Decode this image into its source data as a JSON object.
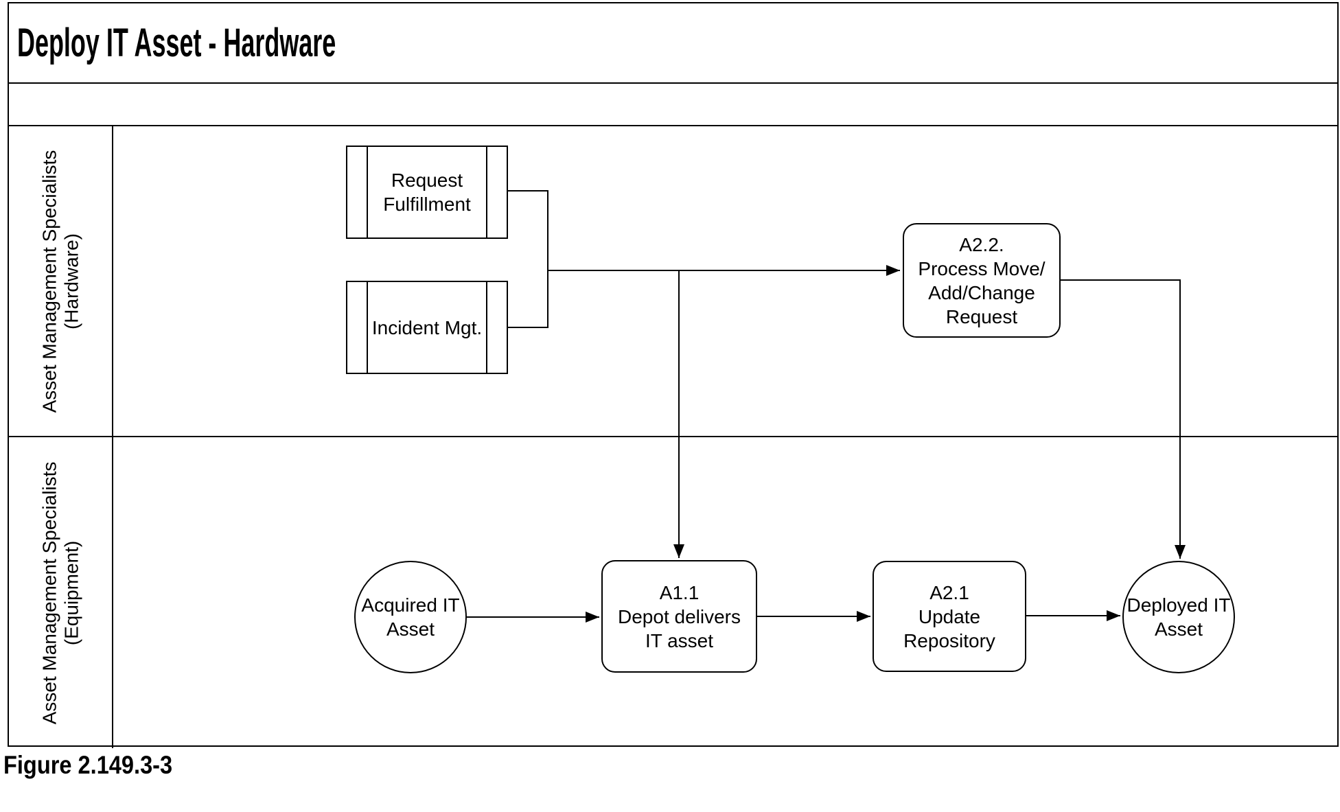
{
  "title": "Deploy IT Asset - Hardware",
  "caption": "Figure 2.149.3-3",
  "lanes": [
    {
      "name": "Asset Management Specialists",
      "qualifier": "(Hardware)"
    },
    {
      "name": "Asset Management Specialists",
      "qualifier": "(Equipment)"
    }
  ],
  "nodes": {
    "request_fulfillment": "Request\nFulfillment",
    "incident_mgt": "Incident Mgt.",
    "process_move_add_change": "A2.2.\nProcess Move/\nAdd/Change\nRequest",
    "acquired_it_asset": "Acquired IT\nAsset",
    "depot_delivers": "A1.1\nDepot delivers\nIT asset",
    "update_repository": "A2.1\nUpdate\nRepository",
    "deployed_it_asset": "Deployed IT\nAsset"
  },
  "colors": {
    "line": "#000000",
    "background": "#ffffff"
  }
}
